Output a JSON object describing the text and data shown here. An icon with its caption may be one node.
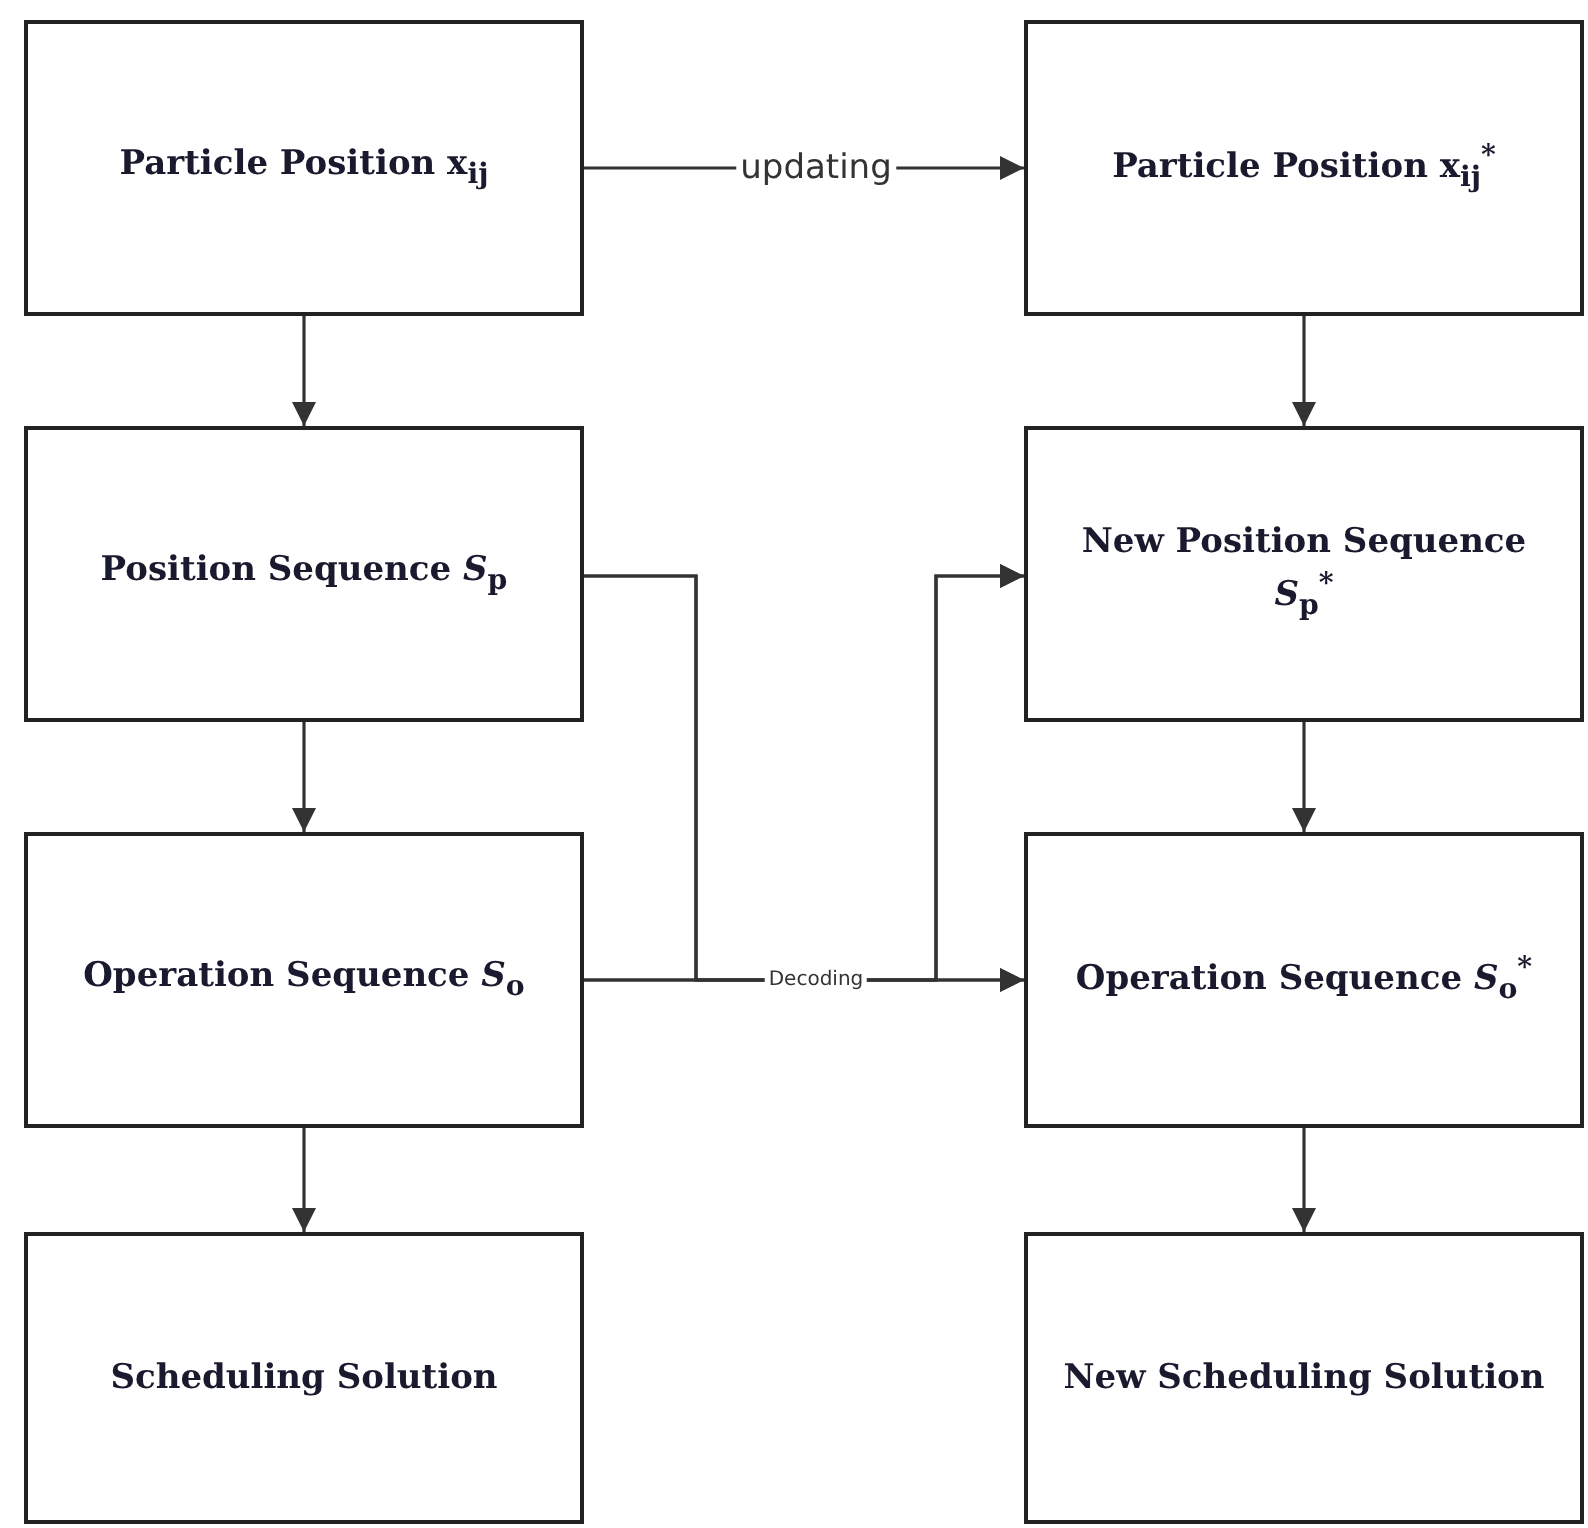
{
  "diagram": {
    "nodes": [
      {
        "text": [
          "Particle Position x$_{ij}$"
        ]
      },
      {
        "text": [
          "Position Sequence *S*$_{p}$"
        ]
      },
      {
        "text": [
          "Operation Sequence *S*$_{o}$"
        ]
      },
      {
        "text": [
          "Scheduling Solution"
        ]
      },
      {
        "text": [
          "Particle Position x$_{ij}$$^{*}$"
        ]
      },
      {
        "text": [
          "New Position Sequence *S*$_{p}$$^{*}$"
        ]
      },
      {
        "text": [
          "Operation Sequence *S*$_{o}$$^{*}$"
        ]
      },
      {
        "text": [
          "New Scheduling Solution"
        ]
      }
    ],
    "edges": [
      {
        "from": 0,
        "to": 4,
        "arrow": "to",
        "label": "updating"
      },
      {
        "from": 0,
        "to": 1,
        "arrow": "to"
      },
      {
        "from": 1,
        "to": 2,
        "arrow": "to"
      },
      {
        "from": 2,
        "to": 3,
        "arrow": "to"
      },
      {
        "from": 4,
        "to": 5,
        "arrow": "to"
      },
      {
        "from": 5,
        "to": 6,
        "arrow": "to"
      },
      {
        "from": 6,
        "to": 7,
        "arrow": "to"
      },
      {
        "from": 1,
        "to": 5,
        "arrow": "to"
      },
      {
        "from": 1,
        "to": 6,
        "arrow": "to"
      },
      {
        "from": 2,
        "to": 5,
        "arrow": "to"
      },
      {
        "from": 2,
        "to": 6,
        "arrow": "to",
        "label": "Decoding"
      }
    ]
  }
}
